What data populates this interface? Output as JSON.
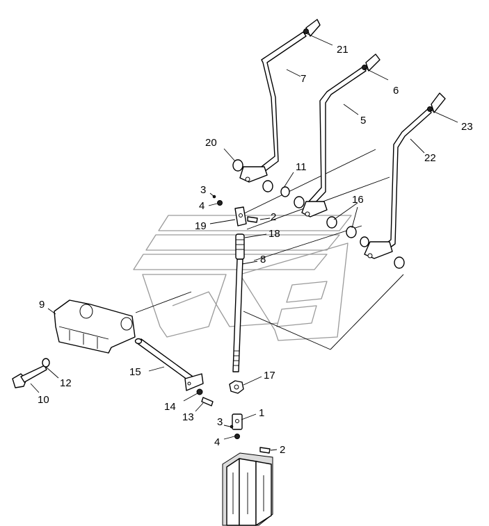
{
  "callouts": [
    {
      "id": "c1",
      "text": "1"
    },
    {
      "id": "c2a",
      "text": "2"
    },
    {
      "id": "c2b",
      "text": "2"
    },
    {
      "id": "c3a",
      "text": "3"
    },
    {
      "id": "c3b",
      "text": "3"
    },
    {
      "id": "c4a",
      "text": "4"
    },
    {
      "id": "c4b",
      "text": "4"
    },
    {
      "id": "c5",
      "text": "5"
    },
    {
      "id": "c6",
      "text": "6"
    },
    {
      "id": "c7",
      "text": "7"
    },
    {
      "id": "c8",
      "text": "8"
    },
    {
      "id": "c9",
      "text": "9"
    },
    {
      "id": "c10",
      "text": "10"
    },
    {
      "id": "c11",
      "text": "11"
    },
    {
      "id": "c12",
      "text": "12"
    },
    {
      "id": "c13",
      "text": "13"
    },
    {
      "id": "c14",
      "text": "14"
    },
    {
      "id": "c15",
      "text": "15"
    },
    {
      "id": "c16",
      "text": "16"
    },
    {
      "id": "c17",
      "text": "17"
    },
    {
      "id": "c18",
      "text": "18"
    },
    {
      "id": "c19",
      "text": "19"
    },
    {
      "id": "c20",
      "text": "20"
    },
    {
      "id": "c21",
      "text": "21"
    },
    {
      "id": "c22",
      "text": "22"
    },
    {
      "id": "c23",
      "text": "23"
    }
  ],
  "colors": {
    "line": "#000000",
    "watermark": "#9a9a9a",
    "background": "#ffffff"
  }
}
